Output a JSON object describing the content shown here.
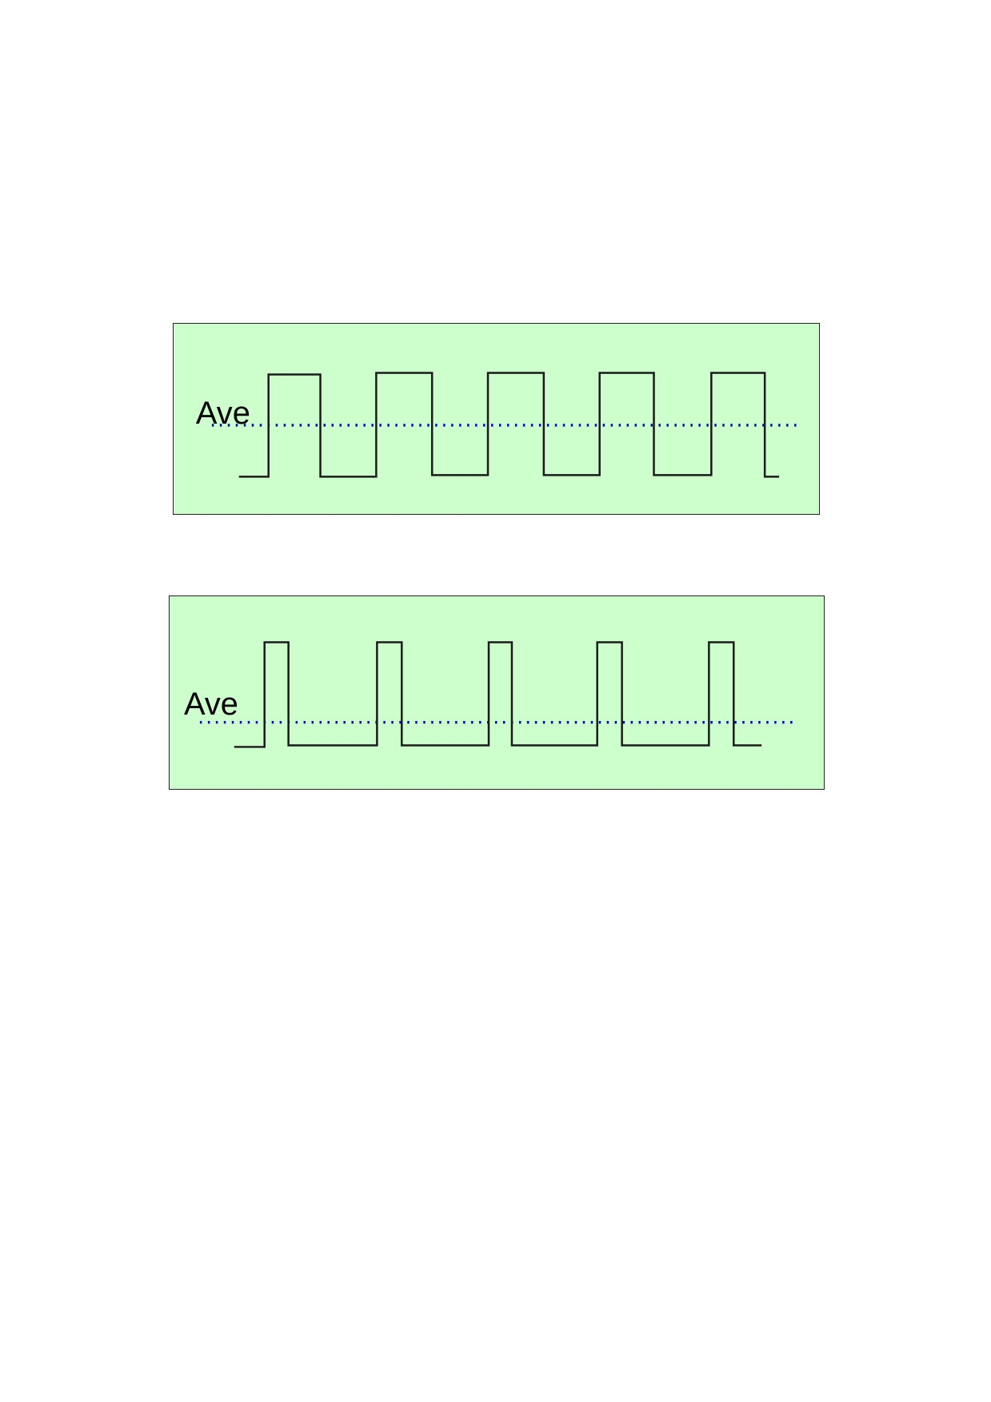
{
  "colors": {
    "panel_background": "#ccffcc",
    "panel_border": "#222222",
    "waveform": "#1a1a1a",
    "average_line": "#0000cc"
  },
  "diagrams": [
    {
      "average_label": "Ave",
      "duty_cycle": 0.5,
      "periods": 5
    },
    {
      "average_label": "Ave",
      "duty_cycle": 0.2,
      "periods": 5
    }
  ]
}
